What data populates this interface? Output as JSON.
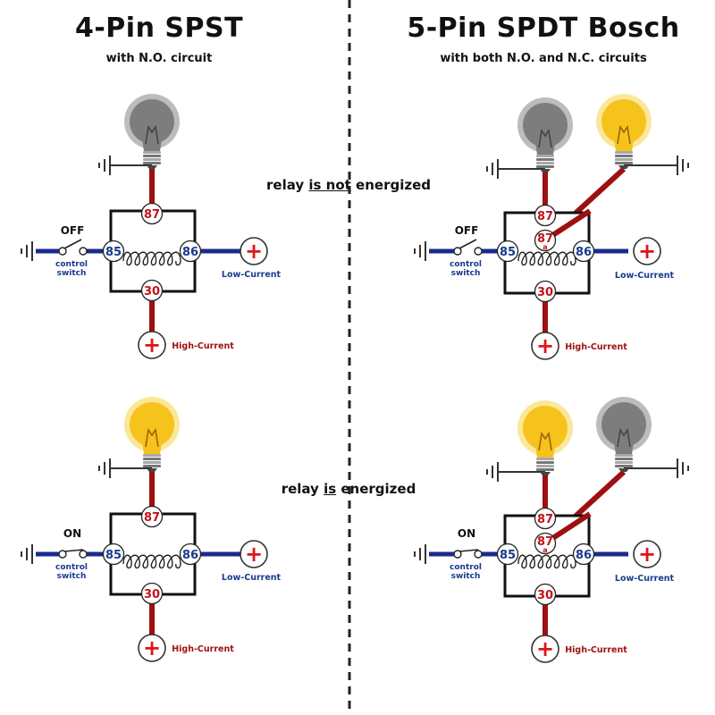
{
  "headers": {
    "left_title": "4-Pin SPST",
    "left_subtitle": "with N.O. circuit",
    "right_title": "5-Pin SPDT Bosch",
    "right_subtitle": "with both N.O. and N.C. circuits"
  },
  "states": {
    "not_energized": {
      "pre": "relay ",
      "key": "is not",
      "post": " energized"
    },
    "energized": {
      "pre": "relay ",
      "key": "is",
      "post": " energized"
    }
  },
  "pins": {
    "p87": "87",
    "p87a_main": "87",
    "p87a_sub": "a",
    "p85": "85",
    "p86": "86",
    "p30": "30"
  },
  "labels": {
    "switch_off": "OFF",
    "switch_on": "ON",
    "control_switch_line1": "control",
    "control_switch_line2": "switch",
    "low_current": "Low-Current",
    "high_current": "High-Current",
    "plus": "+"
  },
  "colors": {
    "wire_red": "#9e1010",
    "wire_blue": "#1a2a8c",
    "pin_text_red": "#c0141a",
    "pin_text_blue": "#1a3a8c",
    "bulb_on": "#f6c21c",
    "bulb_off": "#7d7d7d",
    "plus_red": "#e0141c"
  },
  "diagrams": [
    {
      "id": "spst-off",
      "switch": "off"
    },
    {
      "id": "spdt-off",
      "switch": "off"
    },
    {
      "id": "spst-on",
      "switch": "on"
    },
    {
      "id": "spdt-on",
      "switch": "on"
    }
  ]
}
